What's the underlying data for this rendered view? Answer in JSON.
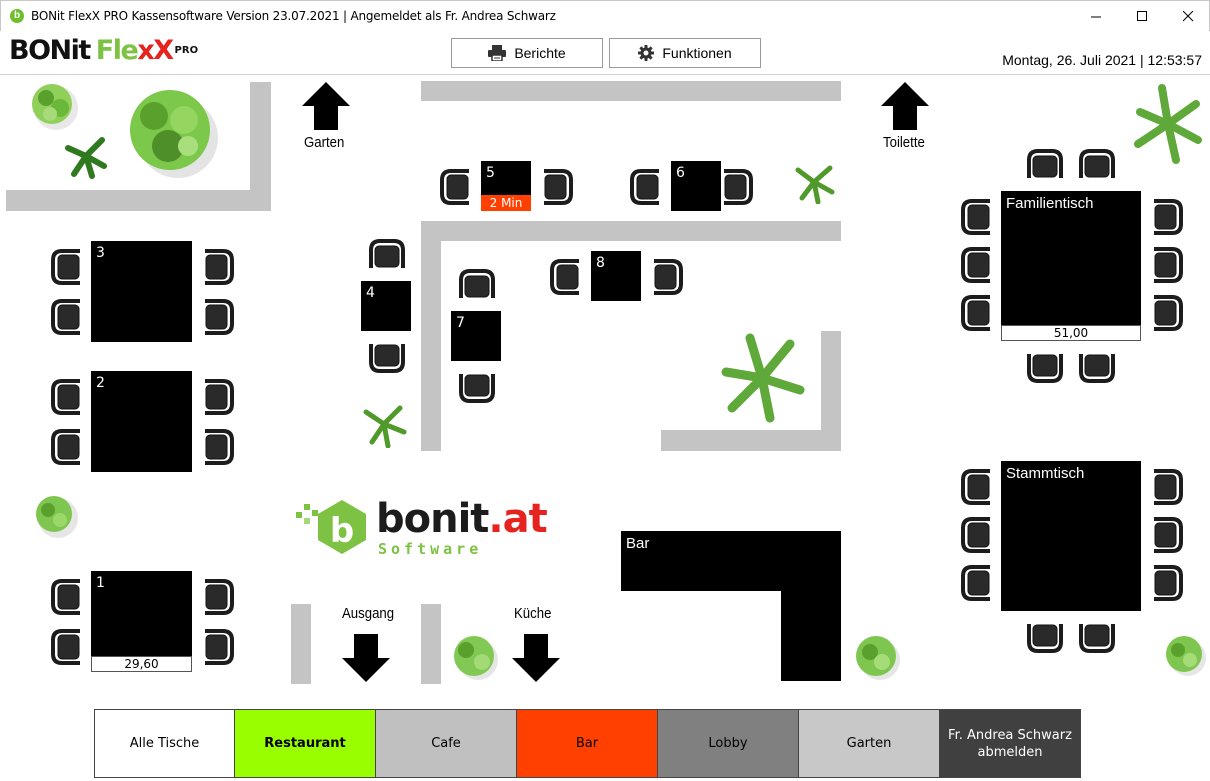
{
  "window": {
    "title": "BONit FlexX PRO Kassensoftware Version 23.07.2021 | Angemeldet als Fr. Andrea Schwarz",
    "icon_letter": "b"
  },
  "header": {
    "logo": {
      "part1": "BONit",
      "part2": "Fle",
      "part3": "xX",
      "pro": "PRO"
    },
    "berichte_label": "Berichte",
    "funktionen_label": "Funktionen",
    "datetime": "Montag, 26. Juli 2021 | 12:53:57"
  },
  "floor": {
    "labels": {
      "garten": "Garten",
      "toilette": "Toilette",
      "ausgang": "Ausgang",
      "kueche": "Küche"
    },
    "brand": {
      "name": "bonit",
      "tld": ".at",
      "sub": "Software"
    },
    "tables": {
      "t1": {
        "number": "1",
        "amount": "29,60"
      },
      "t2": {
        "number": "2"
      },
      "t3": {
        "number": "3"
      },
      "t4": {
        "number": "4"
      },
      "t5": {
        "number": "5",
        "timer": "2 Min"
      },
      "t6": {
        "number": "6"
      },
      "t7": {
        "number": "7"
      },
      "t8": {
        "number": "8"
      },
      "familientisch": {
        "name": "Familientisch",
        "amount": "51,00"
      },
      "stammtisch": {
        "name": "Stammtisch"
      },
      "bar": {
        "name": "Bar"
      }
    }
  },
  "tabs": [
    {
      "label": "Alle Tische",
      "bg": "#ffffff",
      "color": "#000000"
    },
    {
      "label": "Restaurant",
      "bg": "#99ff00",
      "color": "#000000"
    },
    {
      "label": "Cafe",
      "bg": "#c0c0c0",
      "color": "#000000"
    },
    {
      "label": "Bar",
      "bg": "#ff4000",
      "color": "#000000"
    },
    {
      "label": "Lobby",
      "bg": "#808080",
      "color": "#000000"
    },
    {
      "label": "Garten",
      "bg": "#c8c8c8",
      "color": "#000000"
    },
    {
      "label": "Fr. Andrea Schwarz abmelden",
      "bg": "#404040",
      "color": "#ffffff"
    }
  ],
  "colors": {
    "wall": "#c4c4c4",
    "table": "#000000",
    "timer": "#ff4000",
    "brand_green": "#7dc242",
    "brand_red": "#e5231f"
  }
}
